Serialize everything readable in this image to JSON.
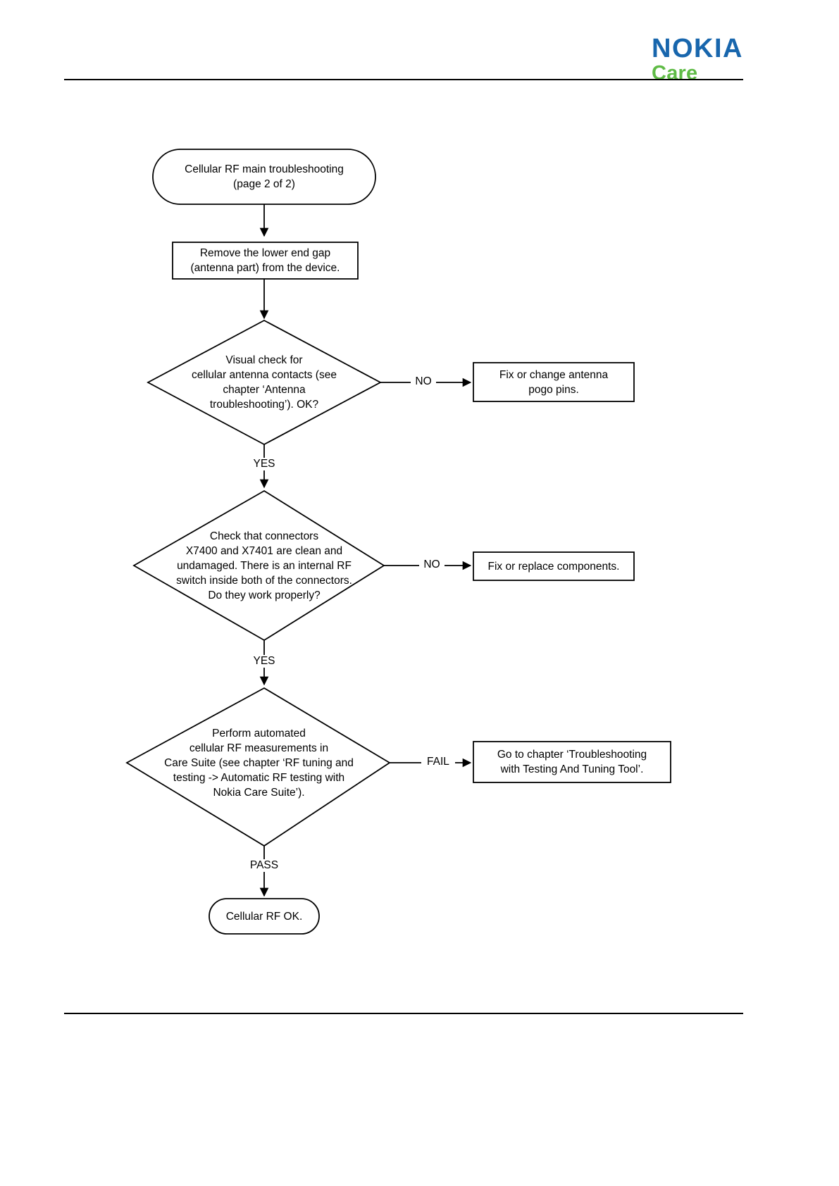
{
  "header": {
    "logo_primary": "NOKIA",
    "logo_secondary": "Care",
    "colors": {
      "nokia_blue": "#1866AD",
      "care_green": "#5FBB46",
      "rule": "#000000"
    }
  },
  "chart_data": {
    "type": "diagram",
    "title": "Cellular RF main troubleshooting (page 2 of 2)",
    "nodes": [
      {
        "id": "start",
        "shape": "terminator",
        "text": "Cellular RF main troubleshooting\n(page 2 of 2)"
      },
      {
        "id": "p1",
        "shape": "process",
        "text": "Remove the lower end gap\n(antenna part) from the device."
      },
      {
        "id": "d1",
        "shape": "decision",
        "text": "Visual check for\ncellular antenna contacts (see\nchapter ‘Antenna\ntroubleshooting’). OK?"
      },
      {
        "id": "r1",
        "shape": "process",
        "text": "Fix or change antenna\npogo pins."
      },
      {
        "id": "d2",
        "shape": "decision",
        "text": "Check that connectors\nX7400 and X7401 are clean and\nundamaged. There is an internal RF\nswitch inside both of the connectors.\nDo they work properly?"
      },
      {
        "id": "r2",
        "shape": "process",
        "text": "Fix or replace components."
      },
      {
        "id": "d3",
        "shape": "decision",
        "text": "Perform automated\ncellular RF measurements in\nCare Suite (see chapter ‘RF tuning and\ntesting -> Automatic RF testing with\nNokia Care Suite’)."
      },
      {
        "id": "r3",
        "shape": "process",
        "text": "Go to chapter ‘Troubleshooting\nwith Testing And Tuning Tool’."
      },
      {
        "id": "end",
        "shape": "terminator",
        "text": "Cellular RF OK."
      }
    ],
    "edges": [
      {
        "from": "start",
        "to": "p1",
        "label": ""
      },
      {
        "from": "p1",
        "to": "d1",
        "label": ""
      },
      {
        "from": "d1",
        "to": "r1",
        "label": "NO"
      },
      {
        "from": "d1",
        "to": "d2",
        "label": "YES"
      },
      {
        "from": "d2",
        "to": "r2",
        "label": "NO"
      },
      {
        "from": "d2",
        "to": "d3",
        "label": "YES"
      },
      {
        "from": "d3",
        "to": "r3",
        "label": "FAIL"
      },
      {
        "from": "d3",
        "to": "end",
        "label": "PASS"
      }
    ],
    "labels": {
      "no1": "NO",
      "yes1": "YES",
      "no2": "NO",
      "yes2": "YES",
      "fail": "FAIL",
      "pass": "PASS"
    }
  }
}
